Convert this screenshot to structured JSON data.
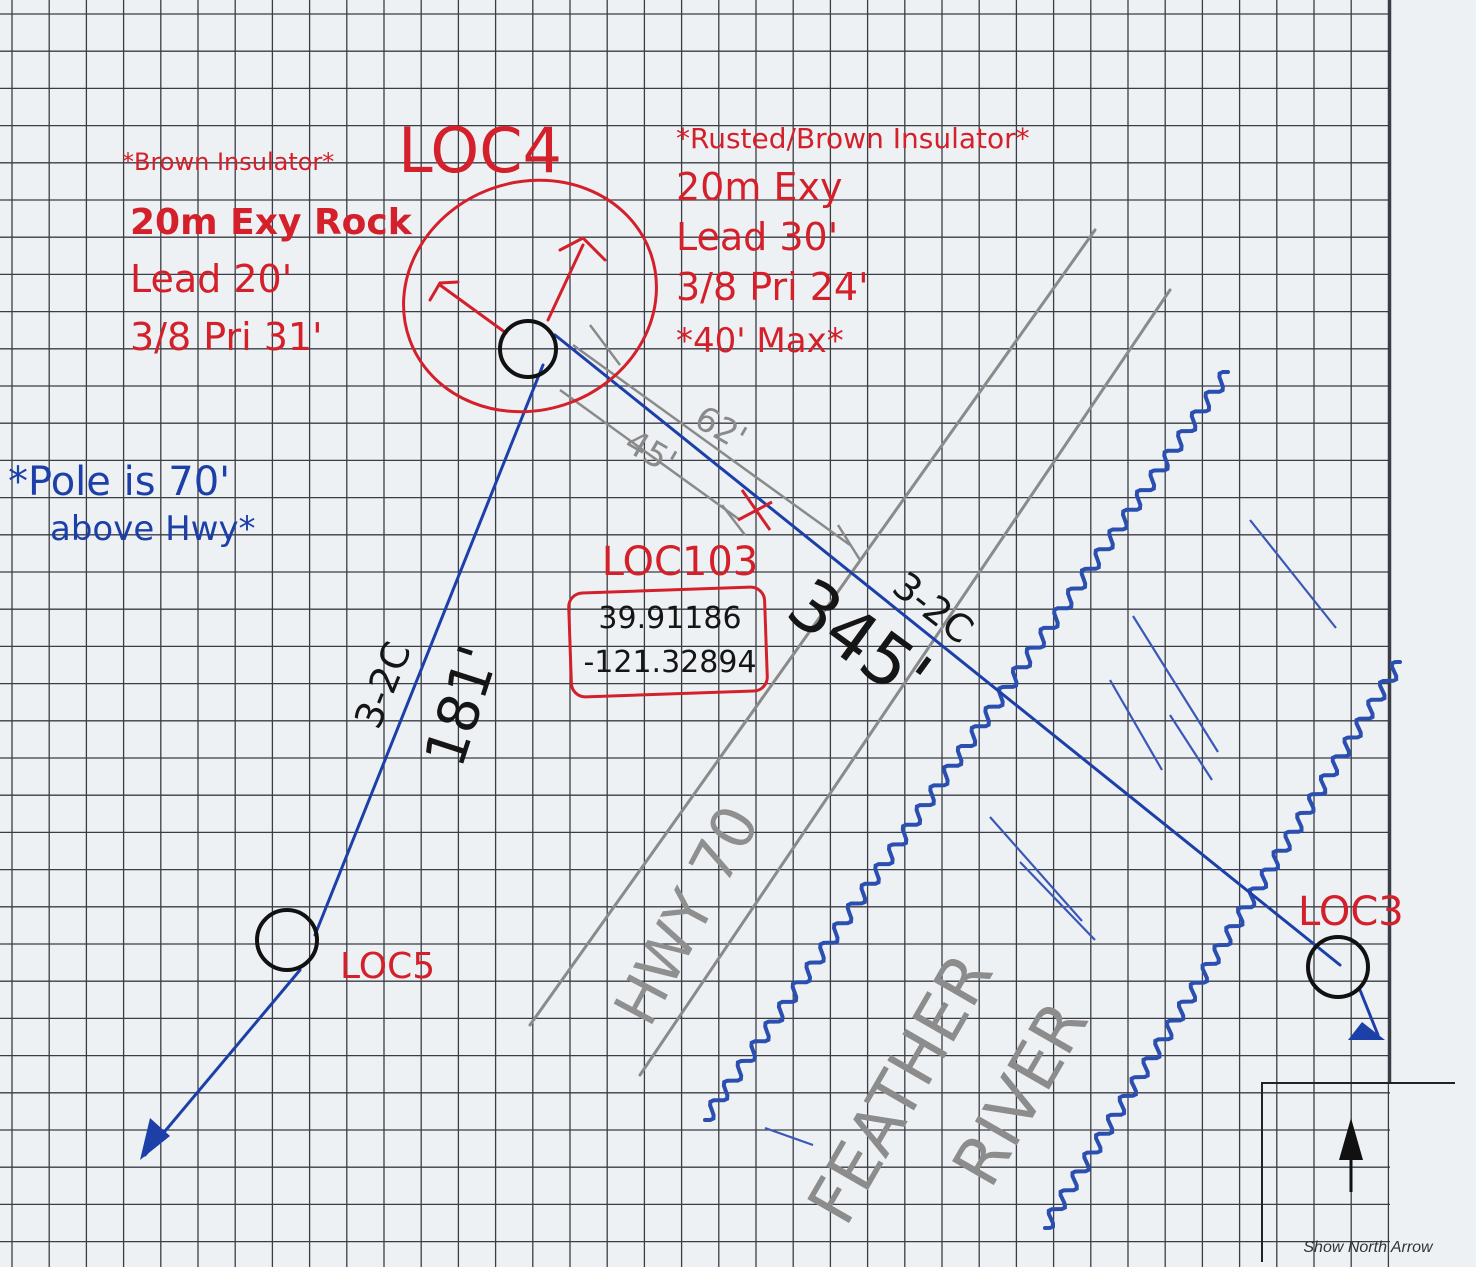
{
  "loc4": {
    "title": "LOC4",
    "left_notes": [
      "*Brown Insulator*",
      "20m Exy Rock",
      "Lead 20'",
      "3/8 Pri 31'"
    ],
    "right_notes": [
      "*Rusted/Brown Insulator*",
      "20m Exy",
      "Lead 30'",
      "3/8 Pri 24'",
      "*40' Max*"
    ]
  },
  "pole_note": [
    "*Pole is 70'",
    "above Hwy*"
  ],
  "loc103": {
    "title": "LOC103",
    "lat": "39.91186",
    "lon": "-121.32894"
  },
  "span_to_loc5": {
    "conductor": "3-2C",
    "length": "181'"
  },
  "span_to_loc3": {
    "conductor": "3-2C",
    "length": "345'"
  },
  "clearances": {
    "upper": "62'",
    "lower": "45'"
  },
  "road_label": "HWY 70",
  "river_label": [
    "FEATHER",
    "RIVER"
  ],
  "loc5_label": "LOC5",
  "loc3_label": "LOC3",
  "north_arrow_caption": "Show North Arrow",
  "colors": {
    "paper": "#eef1f4",
    "grid": "#3a3d44",
    "red_ink": "#d3202b",
    "blue_ink": "#1d3fa8",
    "black_ink": "#151515",
    "pencil": "#8a8a8a"
  }
}
